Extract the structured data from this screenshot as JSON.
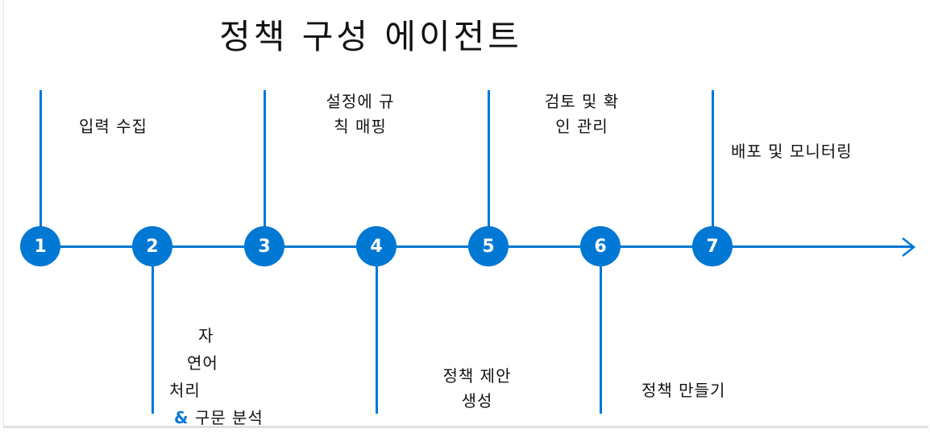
{
  "title": "정책 구성 에이전트",
  "steps": [
    {
      "number": "1",
      "lines": [
        "입력 수집"
      ]
    },
    {
      "number": "2",
      "lines": [
        "자",
        "연어",
        "처리",
        "구문 분석"
      ],
      "amp": "&"
    },
    {
      "number": "3",
      "lines": [
        "설정에 규",
        "칙 매핑"
      ]
    },
    {
      "number": "4",
      "lines": [
        "정책 제안",
        "생성"
      ]
    },
    {
      "number": "5",
      "lines": [
        "검토 및 확",
        "인 관리"
      ]
    },
    {
      "number": "6",
      "lines": [
        "정책 만들기"
      ]
    },
    {
      "number": "7",
      "lines": [
        "배포 및 모니터링"
      ]
    }
  ],
  "colors": {
    "accent": "#0078d4"
  }
}
